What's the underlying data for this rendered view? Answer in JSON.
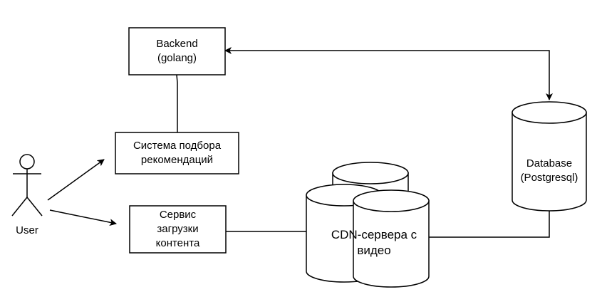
{
  "diagram": {
    "actor": {
      "label": "User"
    },
    "backend": {
      "line1": "Backend",
      "line2": "(golang)"
    },
    "recommendation": {
      "line1": "Система подбора",
      "line2": "рекомендаций"
    },
    "upload": {
      "line1": "Сервис",
      "line2": "загрузки",
      "line3": "контента"
    },
    "cdn": {
      "line1": "CDN-сервера с",
      "line2": "видео"
    },
    "database": {
      "line1": "Database",
      "line2": "(Postgresql)"
    }
  },
  "colors": {
    "stroke": "#000000",
    "fill": "#ffffff",
    "text": "#000000"
  }
}
